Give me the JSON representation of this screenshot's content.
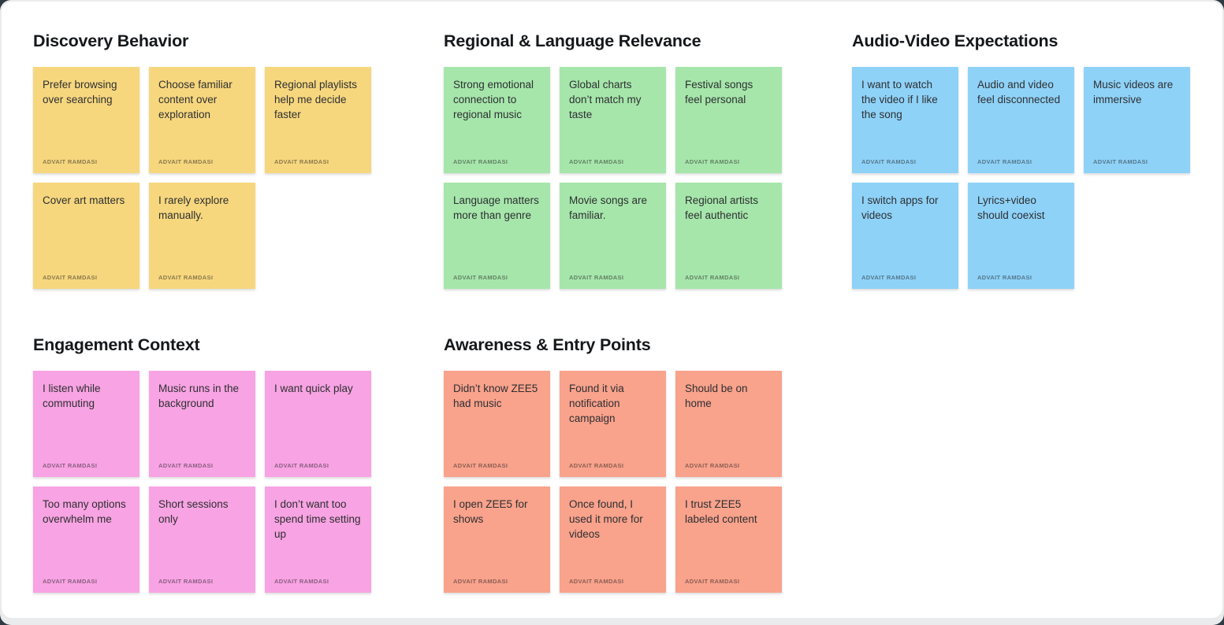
{
  "board": {
    "author_label": "ADVAIT RAMDASI",
    "groups": [
      {
        "id": "discovery-behavior",
        "title": "Discovery Behavior",
        "color": "#F7D77E",
        "notes": [
          "Prefer browsing over searching",
          "Choose familiar content over exploration",
          "Regional playlists help me decide faster",
          "Cover art matters",
          "I rarely explore manually."
        ]
      },
      {
        "id": "regional-language-relevance",
        "title": "Regional & Language Relevance",
        "color": "#A6E6AB",
        "notes": [
          "Strong emotional connection to regional music",
          "Global charts don’t match my taste",
          "Festival songs feel personal",
          "Language matters more than genre",
          "Movie songs are familiar.",
          "Regional artists feel authentic"
        ]
      },
      {
        "id": "audio-video-expectations",
        "title": "Audio-Video Expectations",
        "color": "#8FD2F8",
        "notes": [
          "I want to watch the video if I like the song",
          "Audio and video feel disconnected",
          "Music videos are immersive",
          "I switch apps for videos",
          "Lyrics+video should coexist"
        ]
      },
      {
        "id": "engagement-context",
        "title": "Engagement Context",
        "color": "#F8A3E3",
        "notes": [
          "I listen while commuting",
          "Music runs in the background",
          "I want quick play",
          "Too many options overwhelm me",
          "Short sessions only",
          "I don’t want too spend time setting up"
        ]
      },
      {
        "id": "awareness-entry-points",
        "title": "Awareness & Entry Points",
        "color": "#F9A28C",
        "notes": [
          "Didn’t know ZEE5 had music",
          "Found it via notification campaign",
          "Should be on home",
          "I open ZEE5 for shows",
          "Once found, I used it more for videos",
          "I trust ZEE5 labeled content"
        ]
      }
    ]
  }
}
